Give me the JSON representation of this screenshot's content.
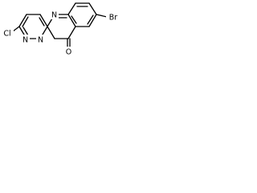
{
  "molecule": {
    "atoms": {
      "n5": "N",
      "n11": "N",
      "n10": "N",
      "o": "O",
      "cl": "Cl",
      "br": "Br"
    }
  },
  "colors": {
    "bond": "#000000",
    "label": "#000000",
    "background": "#ffffff"
  }
}
